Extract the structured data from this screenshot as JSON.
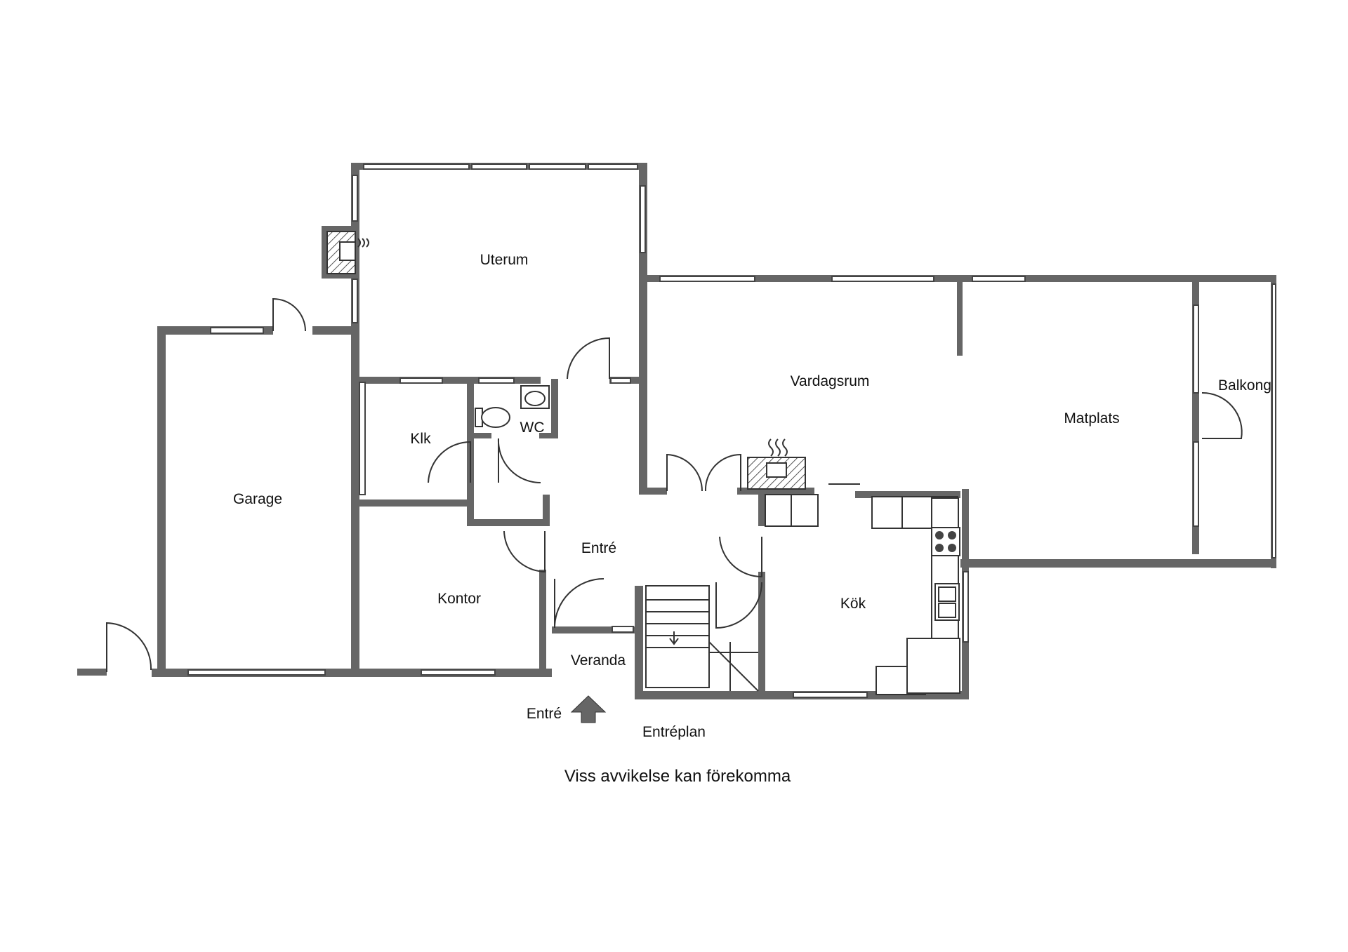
{
  "rooms": {
    "uterum": "Uterum",
    "vardagsrum": "Vardagsrum",
    "matplats": "Matplats",
    "balkong": "Balkong",
    "garage": "Garage",
    "klk": "Klk",
    "wc": "WC",
    "entre": "Entré",
    "kontor": "Kontor",
    "kok": "Kök",
    "veranda": "Veranda"
  },
  "entrance_label": "Entré",
  "floor_title": "Entréplan",
  "disclaimer": "Viss avvikelse kan förekomma",
  "colors": {
    "wall": "#666666",
    "line": "#333333",
    "text": "#111111",
    "background": "#ffffff"
  },
  "icons": [
    "entrance-arrow-icon",
    "fireplace-icon",
    "stove-icon",
    "sink-icon",
    "toilet-icon",
    "washbasin-icon",
    "staircase-icon"
  ]
}
